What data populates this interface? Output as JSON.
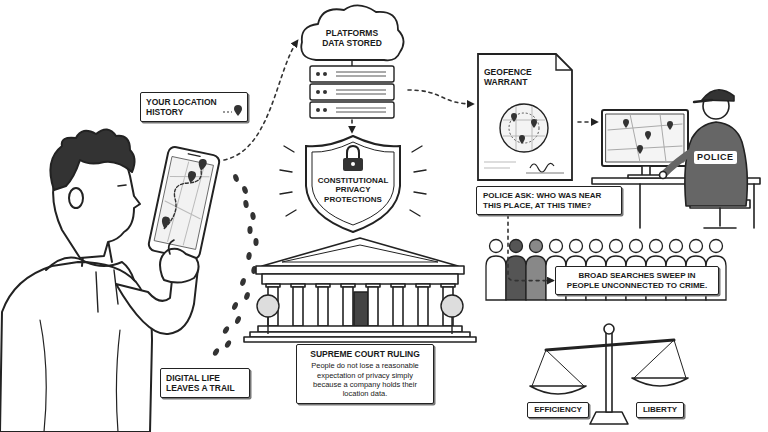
{
  "diagram": {
    "nodes": [
      {
        "text": [
          "YOUR LOCATION HISTORY"
        ]
      },
      {
        "text": [
          "PLATFORMS DATA STORED"
        ]
      },
      {
        "text": [
          "CONSTITUTIONAL PRIVACY PROTECTIONS"
        ]
      },
      {
        "text": [
          "SUPREME COURT RULING",
          "People do not lose a reasonable expectation of privacy simply because a company holds their location data."
        ]
      },
      {
        "text": [
          "DIGITAL LIFE LEAVES A TRAIL"
        ]
      },
      {
        "text": [
          "GEOFENCE WARRANT"
        ]
      },
      {
        "text": [
          "POLICE ASK: WHO WAS NEAR THIS PLACE, AT THIS TIME?"
        ]
      },
      {
        "text": [
          "BROAD SEARCHES SWEEP IN PEOPLE UNCONNECTED TO CRIME."
        ]
      },
      {
        "text": [
          "EFFICIENCY"
        ]
      },
      {
        "text": [
          "LIBERTY"
        ]
      }
    ],
    "edges": [
      {
        "from": 1,
        "to": 2,
        "arrow": "to"
      },
      {
        "from": 1,
        "to": 5,
        "arrow": "to"
      },
      {
        "from": 6,
        "to": 7,
        "arrow": "to"
      }
    ],
    "labels": [
      "POLICE"
    ]
  }
}
